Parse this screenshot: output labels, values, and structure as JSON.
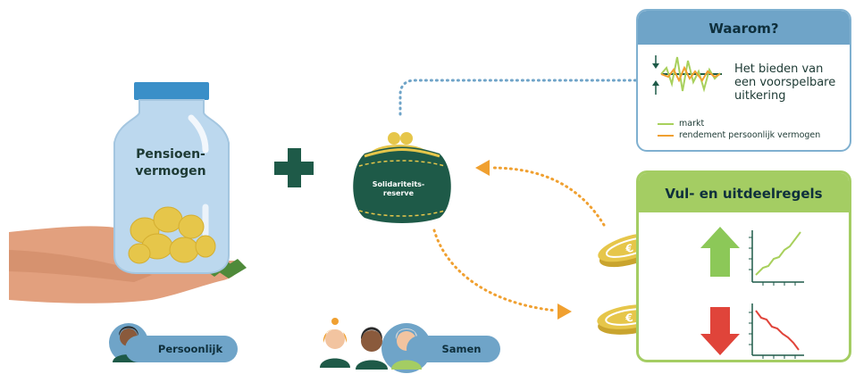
{
  "jar": {
    "label_line1": "Pensioen-",
    "label_line2": "vermogen"
  },
  "purse": {
    "label_line1": "Solidariteits-",
    "label_line2": "reserve"
  },
  "waarom": {
    "title": "Waarom?",
    "text_line1": "Het bieden van",
    "text_line2": "een voorspelbare",
    "text_line3": "uitkering",
    "legend": [
      {
        "label": "markt",
        "color": "#a8d05c"
      },
      {
        "label": "rendement persoonlijk vermogen",
        "color": "#f0a030"
      }
    ]
  },
  "vul": {
    "title": "Vul- en uitdeelregels"
  },
  "badges": {
    "persoonlijk": "Persoonlijk",
    "samen": "Samen"
  },
  "colors": {
    "dark_green": "#1e5a48",
    "blue": "#6fa4c8",
    "light_green": "#a4cd63",
    "orange": "#f0a030",
    "gold": "#e6c64a",
    "red": "#e0443a",
    "up_green": "#8cc858"
  }
}
